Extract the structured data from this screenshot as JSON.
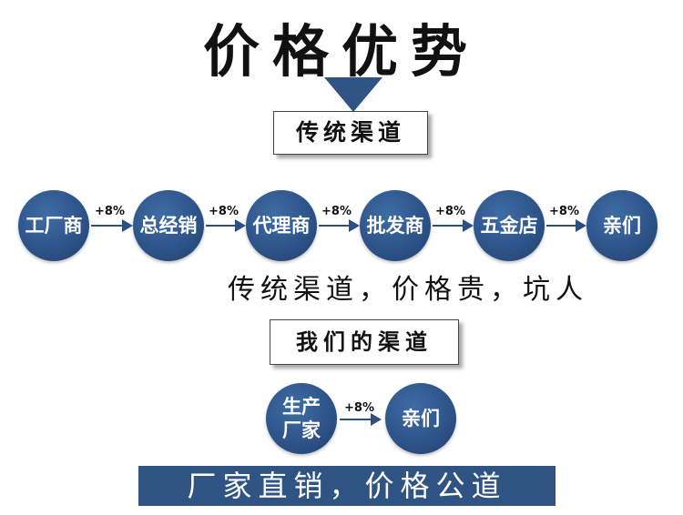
{
  "title": "价格优势",
  "traditional": {
    "label": "传统渠道",
    "nodes": [
      "工厂商",
      "总经销",
      "代理商",
      "批发商",
      "五金店",
      "亲们"
    ],
    "markups": [
      "+8%",
      "+8%",
      "+8%",
      "+8%",
      "+8%"
    ],
    "slogan": "传统渠道，价格贵，坑人"
  },
  "ours": {
    "label": "我们的渠道",
    "source_lines": [
      "生产",
      "厂家"
    ],
    "markup": "+8%",
    "target": "亲们",
    "slogan": "厂家直销，价格公道"
  },
  "colors": {
    "primary": "#2f5483",
    "arrow": "#2c4f80"
  }
}
